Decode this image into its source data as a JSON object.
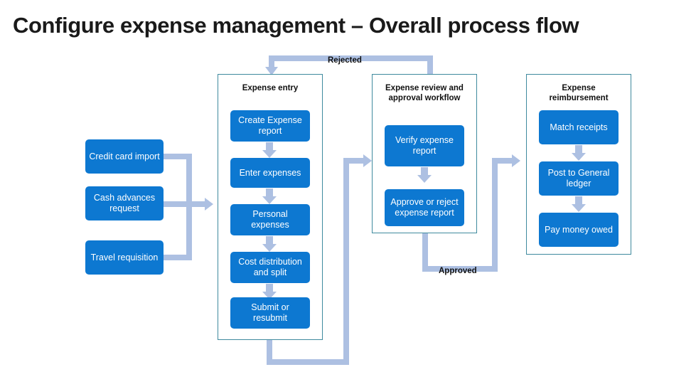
{
  "title": "Configure expense management – Overall process flow",
  "colors": {
    "box_fill": "#0d78d1",
    "box_text": "#ffffff",
    "connector": "#adc0e2",
    "lane_border": "#3f8a9e",
    "title_text": "#1a1a1a",
    "background": "#ffffff"
  },
  "inputs": [
    {
      "label": "Credit card import"
    },
    {
      "label": "Cash advances request"
    },
    {
      "label": "Travel requisition"
    }
  ],
  "lanes": [
    {
      "title": "Expense entry",
      "steps": [
        {
          "label": "Create Expense report"
        },
        {
          "label": "Enter expenses"
        },
        {
          "label": "Personal expenses"
        },
        {
          "label": "Cost distribution and split"
        },
        {
          "label": "Submit or resubmit"
        }
      ]
    },
    {
      "title": "Expense review and approval workflow",
      "steps": [
        {
          "label": "Verify expense report"
        },
        {
          "label": "Approve or reject expense report"
        }
      ]
    },
    {
      "title": "Expense reimbursement",
      "steps": [
        {
          "label": "Match receipts"
        },
        {
          "label": "Post to General ledger"
        },
        {
          "label": "Pay money owed"
        }
      ]
    }
  ],
  "edge_labels": {
    "rejected": "Rejected",
    "approved": "Approved"
  }
}
